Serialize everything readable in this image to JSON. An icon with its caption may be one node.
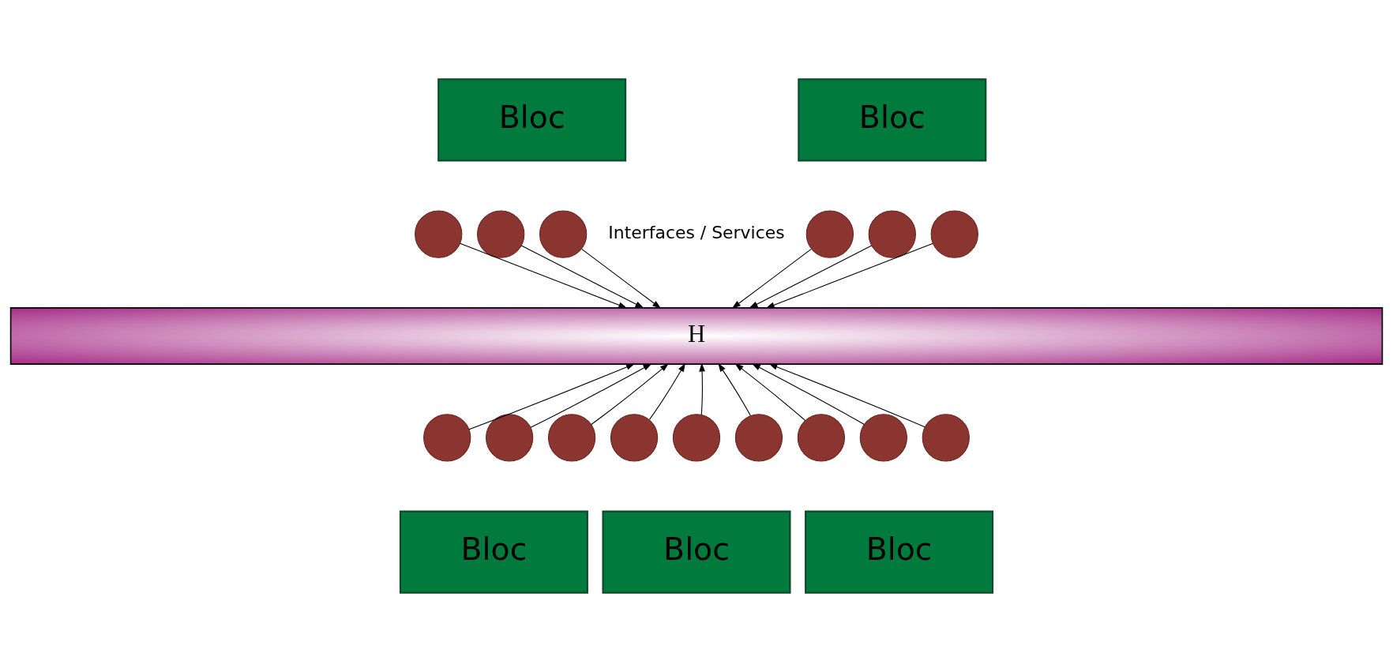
{
  "diagram": {
    "nodes": [
      {
        "text": [
          "Bloc"
        ]
      },
      {
        "text": [
          "Bloc"
        ]
      },
      {
        "text": [],
        "shape": "circle"
      },
      {
        "text": [],
        "shape": "circle"
      },
      {
        "text": [],
        "shape": "circle"
      },
      {
        "text": [],
        "shape": "circle"
      },
      {
        "text": [],
        "shape": "circle"
      },
      {
        "text": [],
        "shape": "circle"
      },
      {
        "text": [
          "H"
        ]
      },
      {
        "text": [],
        "shape": "circle"
      },
      {
        "text": [],
        "shape": "circle"
      },
      {
        "text": [],
        "shape": "circle"
      },
      {
        "text": [],
        "shape": "circle"
      },
      {
        "text": [],
        "shape": "circle"
      },
      {
        "text": [],
        "shape": "circle"
      },
      {
        "text": [],
        "shape": "circle"
      },
      {
        "text": [],
        "shape": "circle"
      },
      {
        "text": [],
        "shape": "circle"
      },
      {
        "text": [
          "Bloc"
        ]
      },
      {
        "text": [
          "Bloc"
        ]
      },
      {
        "text": [
          "Bloc"
        ]
      }
    ],
    "edges": [
      {
        "from": 2,
        "to": 8,
        "arrow": "to"
      },
      {
        "from": 3,
        "to": 8,
        "arrow": "to"
      },
      {
        "from": 4,
        "to": 8,
        "arrow": "to"
      },
      {
        "from": 5,
        "to": 8,
        "arrow": "to"
      },
      {
        "from": 6,
        "to": 8,
        "arrow": "to"
      },
      {
        "from": 7,
        "to": 8,
        "arrow": "to"
      },
      {
        "from": 9,
        "to": 8,
        "arrow": "to"
      },
      {
        "from": 10,
        "to": 8,
        "arrow": "to"
      },
      {
        "from": 11,
        "to": 8,
        "arrow": "to"
      },
      {
        "from": 12,
        "to": 8,
        "arrow": "to"
      },
      {
        "from": 13,
        "to": 8,
        "arrow": "to"
      },
      {
        "from": 14,
        "to": 8,
        "arrow": "to"
      },
      {
        "from": 15,
        "to": 8,
        "arrow": "to"
      },
      {
        "from": 16,
        "to": 8,
        "arrow": "to"
      },
      {
        "from": 17,
        "to": 8,
        "arrow": "to"
      }
    ],
    "labels": [
      "Interfaces / Services"
    ]
  }
}
